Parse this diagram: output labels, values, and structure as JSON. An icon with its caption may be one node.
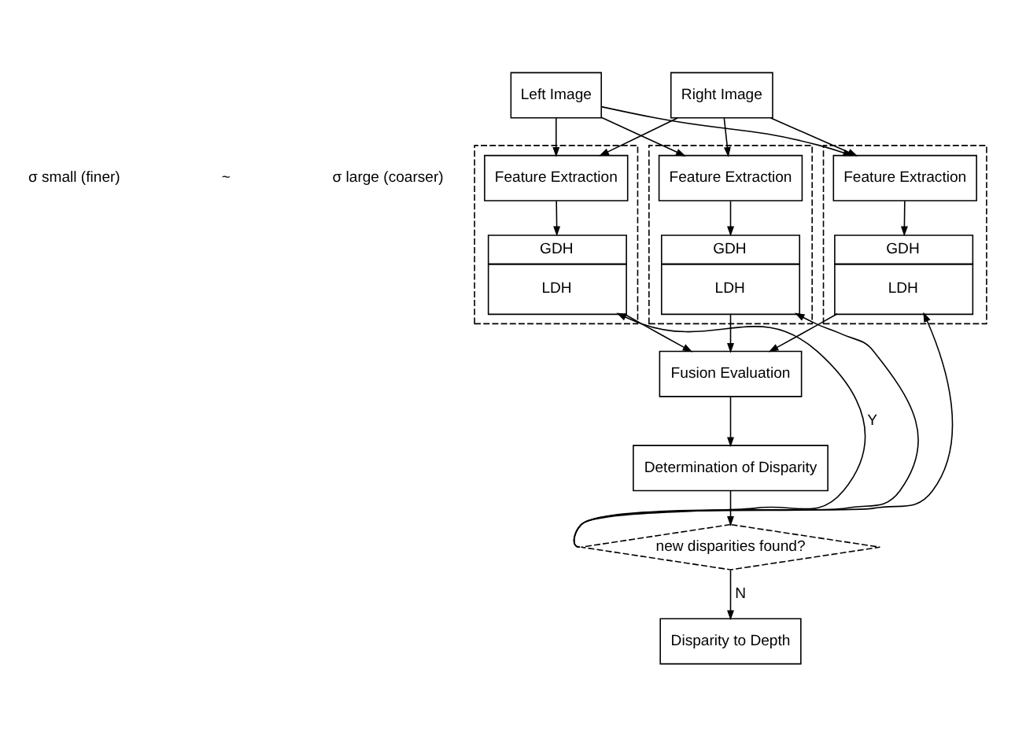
{
  "diagram": {
    "nodes": [
      {
        "text": [
          "Left Image"
        ]
      },
      {
        "text": [
          "Right Image"
        ]
      },
      {
        "text": [],
        "shape": "box"
      },
      {
        "text": [
          "Feature Extraction"
        ],
        "in": 2
      },
      {
        "text": [
          "GDH",
          "LDH"
        ],
        "in": 2
      },
      {
        "text": [],
        "shape": "box"
      },
      {
        "text": [
          "Feature Extraction"
        ],
        "in": 5
      },
      {
        "text": [
          "GDH",
          "LDH"
        ],
        "in": 5
      },
      {
        "text": [],
        "shape": "box"
      },
      {
        "text": [
          "Feature Extraction"
        ],
        "in": 8
      },
      {
        "text": [
          "GDH",
          "LDH"
        ],
        "in": 8
      },
      {
        "text": [
          "Fusion Evaluation"
        ]
      },
      {
        "text": [
          "Determination of Disparity"
        ]
      },
      {
        "text": [
          "new disparities found?"
        ]
      },
      {
        "text": [
          "Disparity to Depth"
        ]
      }
    ],
    "edges": [
      {
        "from": 0,
        "to": 3,
        "arrow": "to"
      },
      {
        "from": 0,
        "to": 6,
        "arrow": "to"
      },
      {
        "from": 0,
        "to": 9,
        "arrow": "to"
      },
      {
        "from": 1,
        "to": 3,
        "arrow": "to"
      },
      {
        "from": 1,
        "to": 6,
        "arrow": "to"
      },
      {
        "from": 1,
        "to": 9,
        "arrow": "to"
      },
      {
        "from": 3,
        "to": 4,
        "arrow": "to"
      },
      {
        "from": 6,
        "to": 7,
        "arrow": "to"
      },
      {
        "from": 9,
        "to": 10,
        "arrow": "to"
      },
      {
        "from": 4,
        "to": 11,
        "arrow": "to"
      },
      {
        "from": 7,
        "to": 11,
        "arrow": "to"
      },
      {
        "from": 10,
        "to": 11,
        "arrow": "to"
      },
      {
        "from": 11,
        "to": 12,
        "arrow": "to"
      },
      {
        "from": 12,
        "to": 13,
        "arrow": "to"
      },
      {
        "from": 13,
        "to": 4,
        "arrow": "to",
        "label": "Y"
      },
      {
        "from": 13,
        "to": 7,
        "arrow": "to"
      },
      {
        "from": 13,
        "to": 10,
        "arrow": "to"
      },
      {
        "from": 13,
        "to": 14,
        "arrow": "to",
        "label": "N"
      }
    ],
    "labels": [
      "σ small (finer)",
      "~",
      "σ large (coarser)"
    ]
  }
}
